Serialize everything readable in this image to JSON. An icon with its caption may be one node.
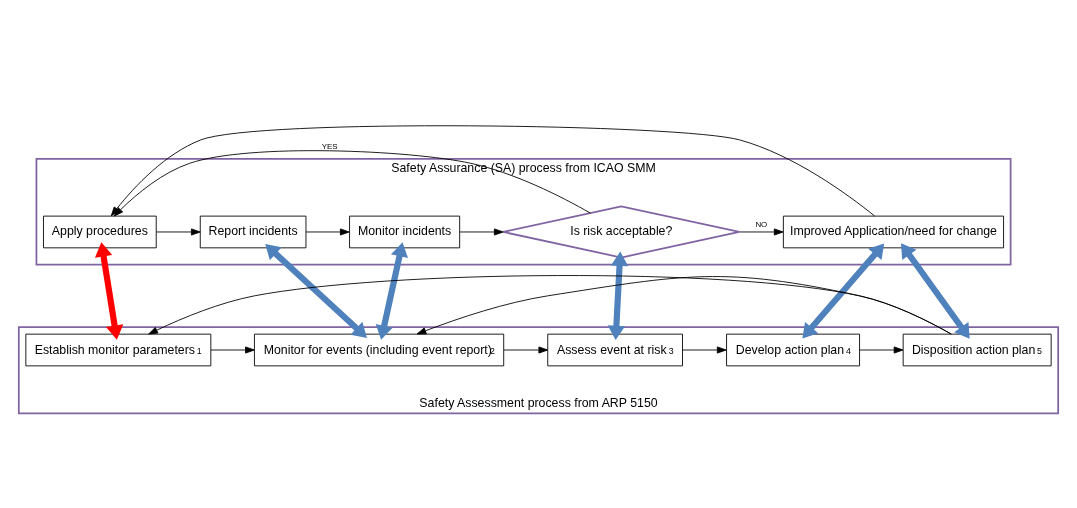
{
  "diagram": {
    "nodes": [
      {
        "text": [
          "Safety Assurance (SA) process from ICAO SMM"
        ]
      },
      {
        "text": [
          "Apply procedures"
        ],
        "in": 0
      },
      {
        "text": [
          "Report incidents"
        ],
        "in": 0
      },
      {
        "text": [
          "Monitor incidents"
        ],
        "in": 0
      },
      {
        "text": [
          "Is risk acceptable?"
        ],
        "in": 0
      },
      {
        "text": [
          "Improved Application/need for change"
        ],
        "in": 0
      },
      {
        "text": [
          "Safety Assessment process from ARP 5150"
        ]
      },
      {
        "text": [
          "Establish monitor parameters",
          "1"
        ],
        "in": 6
      },
      {
        "text": [
          "Monitor for events (including event report)",
          "2"
        ],
        "in": 6
      },
      {
        "text": [
          "Assess event at risk",
          "3"
        ],
        "in": 6
      },
      {
        "text": [
          "Develop action plan",
          "4"
        ],
        "in": 6
      },
      {
        "text": [
          "Disposition action plan",
          "5"
        ],
        "in": 6
      }
    ],
    "edges": [
      {
        "from": 1,
        "to": 2,
        "arrow": "to"
      },
      {
        "from": 2,
        "to": 3,
        "arrow": "to"
      },
      {
        "from": 3,
        "to": 4,
        "arrow": "to"
      },
      {
        "from": 4,
        "to": 5,
        "label": "NO",
        "arrow": "to"
      },
      {
        "from": 4,
        "to": 1,
        "label": "YES",
        "arrow": "to"
      },
      {
        "from": 5,
        "to": 1,
        "arrow": "to"
      },
      {
        "from": 7,
        "to": 8,
        "arrow": "to"
      },
      {
        "from": 8,
        "to": 9,
        "arrow": "to"
      },
      {
        "from": 9,
        "to": 10,
        "arrow": "to"
      },
      {
        "from": 10,
        "to": 11,
        "arrow": "to"
      },
      {
        "from": 11,
        "to": 7,
        "arrow": "to"
      },
      {
        "from": 11,
        "to": 8,
        "arrow": "to"
      },
      {
        "from": 1,
        "to": 7,
        "arrow": "both",
        "style": "thick",
        "color": "#ff0000"
      },
      {
        "from": 2,
        "to": 8,
        "arrow": "both",
        "style": "thick",
        "color": "#4f81bd"
      },
      {
        "from": 3,
        "to": 8,
        "arrow": "both",
        "style": "thick",
        "color": "#4f81bd"
      },
      {
        "from": 4,
        "to": 9,
        "arrow": "both",
        "style": "thick",
        "color": "#4f81bd"
      },
      {
        "from": 5,
        "to": 10,
        "arrow": "both",
        "style": "thick",
        "color": "#4f81bd"
      },
      {
        "from": 5,
        "to": 11,
        "arrow": "both",
        "style": "thick",
        "color": "#4f81bd"
      }
    ]
  }
}
